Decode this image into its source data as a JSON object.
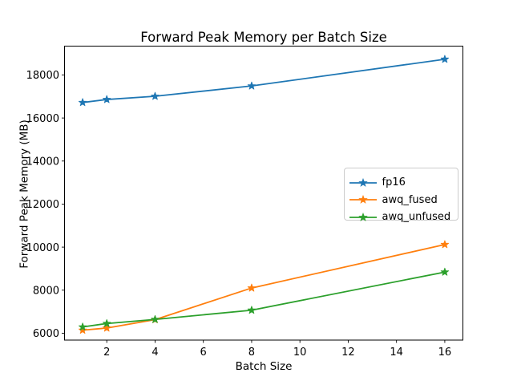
{
  "chart_data": {
    "type": "line",
    "title": "Forward Peak Memory per Batch Size",
    "xlabel": "Batch Size",
    "ylabel": "Forward Peak Memory (MB)",
    "x": [
      1,
      2,
      4,
      8,
      16
    ],
    "series": [
      {
        "name": "fp16",
        "color": "#1f77b4",
        "values": [
          16720,
          16860,
          17010,
          17490,
          18730
        ]
      },
      {
        "name": "awq_fused",
        "color": "#ff7f0e",
        "values": [
          6140,
          6240,
          6630,
          8100,
          10120
        ]
      },
      {
        "name": "awq_unfused",
        "color": "#2ca02c",
        "values": [
          6290,
          6450,
          6640,
          7070,
          8840
        ]
      }
    ],
    "marker": "star",
    "xticks": [
      2,
      4,
      6,
      8,
      10,
      12,
      14,
      16
    ],
    "yticks": [
      6000,
      8000,
      10000,
      12000,
      14000,
      16000,
      18000
    ],
    "xlim": [
      0.25,
      16.75
    ],
    "ylim": [
      5680,
      19340
    ],
    "grid": false,
    "legend_position": "center-right",
    "colors": {
      "background": "#ffffff",
      "spine": "#000000",
      "tick_text": "#000000",
      "legend_border": "#cccccc"
    }
  }
}
